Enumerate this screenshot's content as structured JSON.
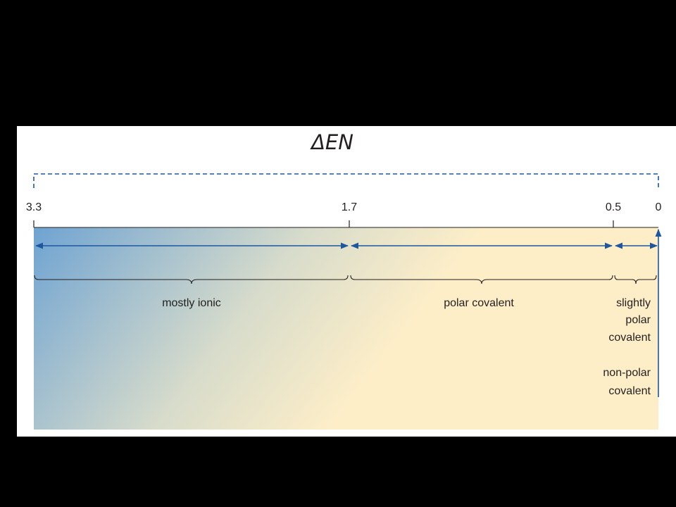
{
  "title": "ΔEN",
  "scale": {
    "ticks": [
      {
        "value": "3.3"
      },
      {
        "value": "1.7"
      },
      {
        "value": "0.5"
      },
      {
        "value": "0"
      }
    ]
  },
  "regions": [
    {
      "label_lines": [
        "mostly ionic"
      ]
    },
    {
      "label_lines": [
        "polar covalent"
      ]
    },
    {
      "label_lines": [
        "slightly",
        "polar",
        "covalent"
      ]
    },
    {
      "label_lines": [
        "non-polar",
        "covalent"
      ]
    }
  ],
  "colors": {
    "gradient_start": "#6fa3d2",
    "gradient_mid": "#d8dccb",
    "gradient_end": "#fdeec8",
    "arrow": "#1c57a0",
    "dashed_border": "#1c57a0",
    "background": "#000000"
  }
}
